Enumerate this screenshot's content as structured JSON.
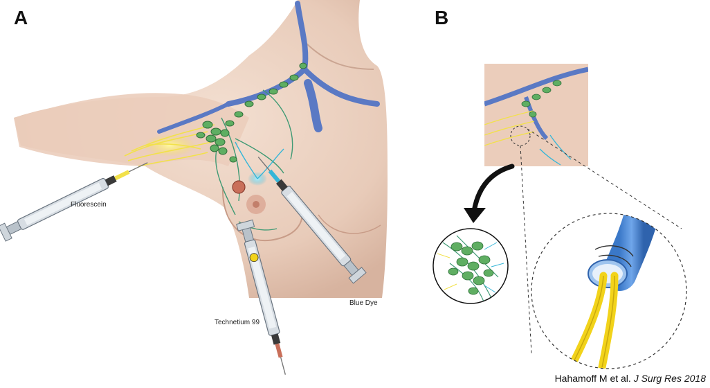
{
  "panels": {
    "a": "A",
    "b": "B"
  },
  "labels": {
    "fluorescein": "Fluorescein",
    "technetium": "Technetium 99",
    "blue_dye": "Blue Dye"
  },
  "citation": {
    "authors": "Hahamoff M et al.",
    "journal": "J Surg Res 2018"
  },
  "colors": {
    "skin": "#ecd3c3",
    "skin_shadow": "#d9b7a3",
    "vein": "#5a79c4",
    "node": "#5fae62",
    "lymph": "#3f9a74",
    "nerve_yellow": "#f2e14a",
    "cyan": "#35b6d8",
    "tumor": "#c96f5a"
  }
}
